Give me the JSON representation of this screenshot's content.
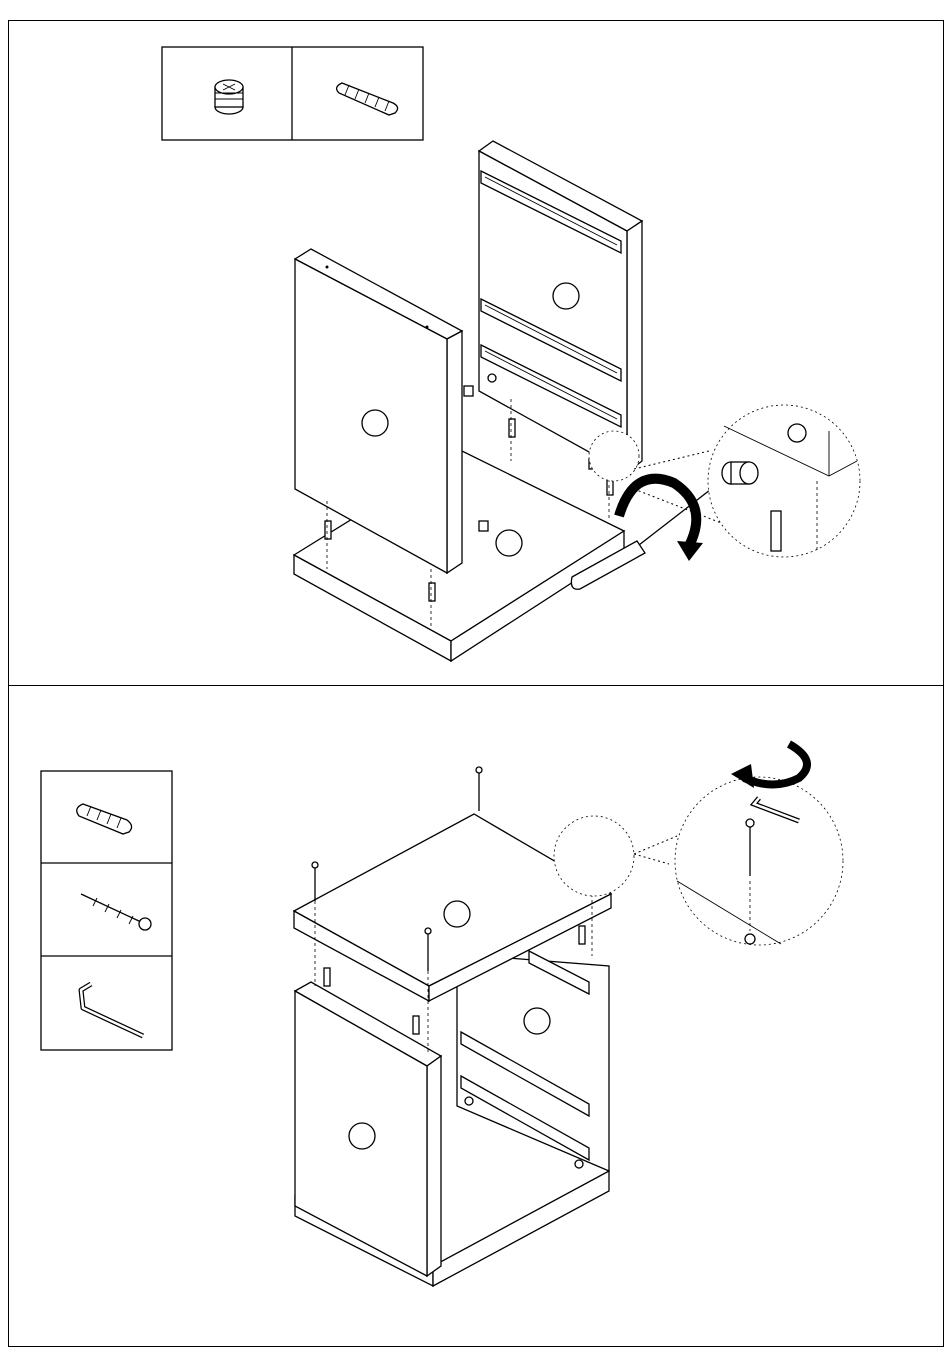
{
  "steps": [
    {
      "id": "step-1",
      "hardware": [
        "cam-lock",
        "wooden-dowel"
      ],
      "panels": [
        "side-panel",
        "back-panel-with-drawer-runners",
        "base-panel"
      ],
      "tool": "screwdriver-icon",
      "rotation": "clockwise"
    },
    {
      "id": "step-2",
      "hardware": [
        "wooden-dowel",
        "screw",
        "allen-key"
      ],
      "panels": [
        "top-panel",
        "assembled-carcass"
      ],
      "tool": "allen-key-icon",
      "rotation": "counter-clockwise"
    }
  ],
  "colors": {
    "line": "#000000",
    "background": "#ffffff"
  }
}
